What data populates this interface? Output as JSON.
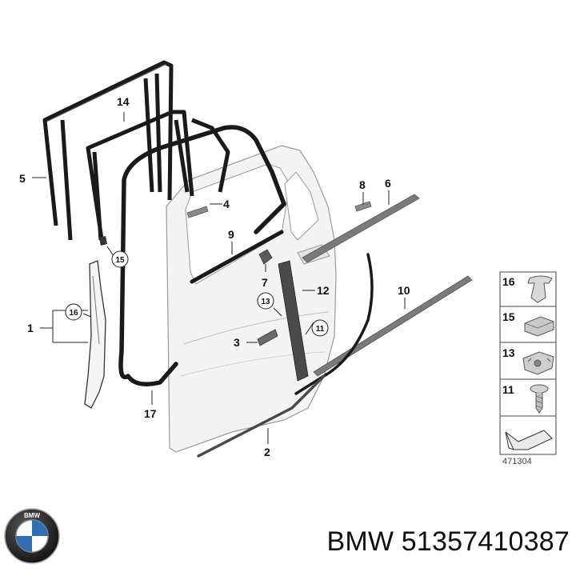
{
  "callouts": {
    "c1": "1",
    "c2": "2",
    "c3": "3",
    "c4": "4",
    "c5": "5",
    "c6": "6",
    "c7": "7",
    "c8": "8",
    "c9": "9",
    "c10": "10",
    "c12": "12",
    "c14": "14",
    "c17": "17"
  },
  "circled_callouts": {
    "k11": "11",
    "k13": "13",
    "k15": "15",
    "k16": "16"
  },
  "legend": {
    "items": [
      "16",
      "15",
      "13",
      "11"
    ]
  },
  "reference_number": "471304",
  "brand": {
    "logo_text": "BMW",
    "part_number_text": "BMW 51357410387"
  },
  "colors": {
    "seal": "#1a1a1a",
    "door_fill": "#f2f2f2",
    "door_stroke": "#9a9a9a",
    "trim_strip": "#6e6e6e"
  }
}
